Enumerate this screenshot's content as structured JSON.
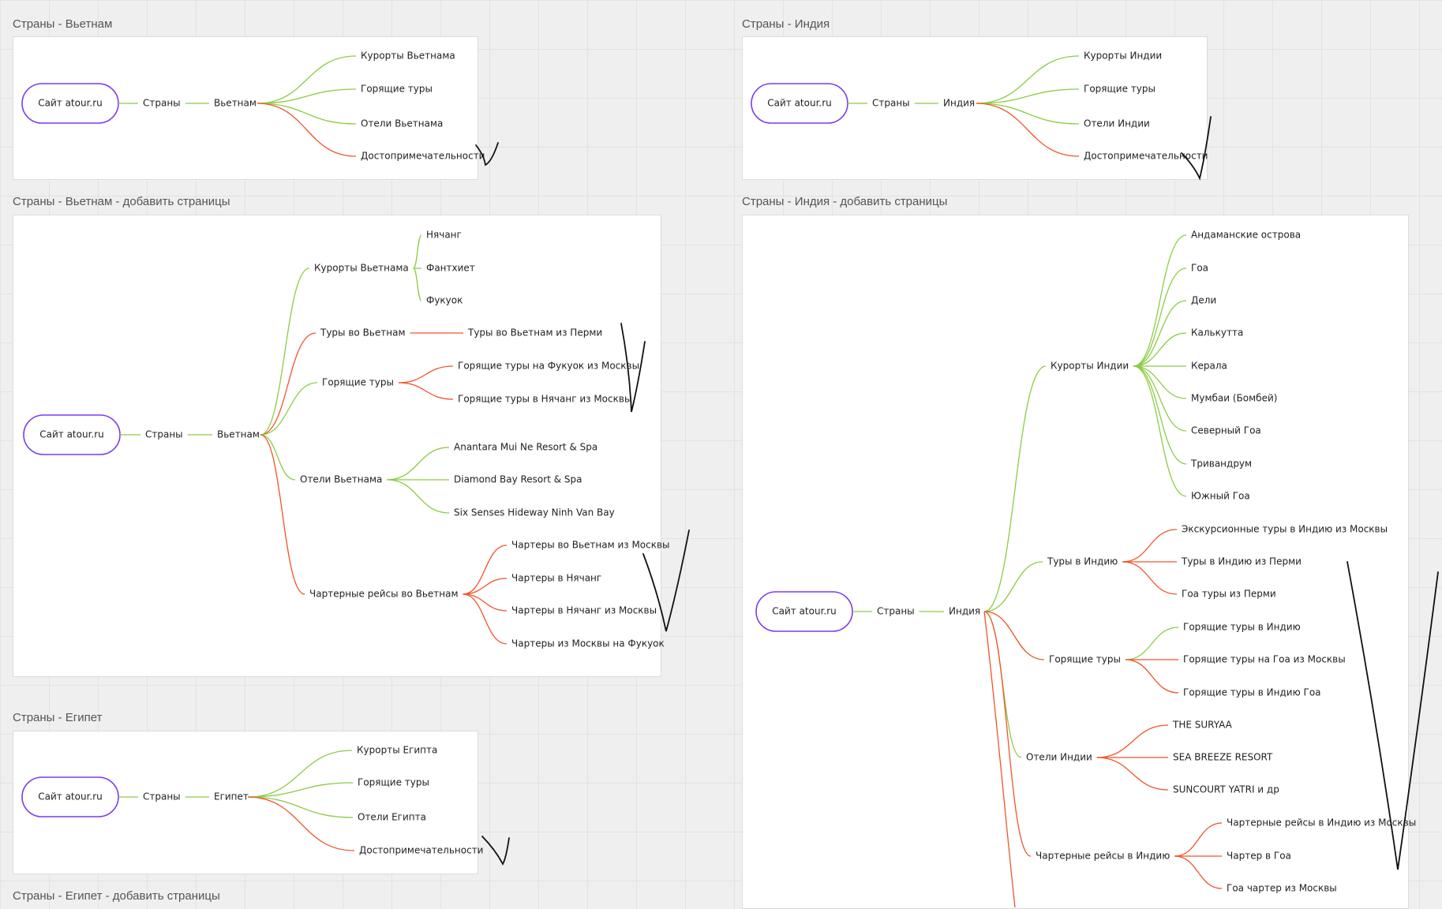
{
  "colors": {
    "green": "#8ccc45",
    "red": "#f0542a",
    "root_border": "#7a3cf0",
    "check": "#111111"
  },
  "frames": [
    {
      "title": "Страны - Вьетнам",
      "root": "Сайт atour.ru",
      "level1": "Страны",
      "country": "Вьетнам",
      "branches": [
        {
          "label": "Курорты Вьетнама",
          "color": "green"
        },
        {
          "label": "Горящие туры",
          "color": "green"
        },
        {
          "label": "Отели Вьетнама",
          "color": "green"
        },
        {
          "label": "Достопримечательности",
          "color": "red"
        }
      ]
    },
    {
      "title": "Страны - Индия",
      "root": "Сайт atour.ru",
      "level1": "Страны",
      "country": "Индия",
      "branches": [
        {
          "label": "Курорты Индии",
          "color": "green"
        },
        {
          "label": "Горящие туры",
          "color": "green"
        },
        {
          "label": "Отели Индии",
          "color": "green"
        },
        {
          "label": "Достопримечательности",
          "color": "red"
        }
      ]
    },
    {
      "title": "Страны - Вьетнам - добавить страницы",
      "root": "Сайт atour.ru",
      "level1": "Страны",
      "country": "Вьетнам",
      "branches": [
        {
          "label": "Курорты Вьетнама",
          "color": "green",
          "children": [
            {
              "label": "Нячанг",
              "color": "green"
            },
            {
              "label": "Фантхиет",
              "color": "green"
            },
            {
              "label": "Фукуок",
              "color": "green"
            }
          ]
        },
        {
          "label": "Туры во Вьетнам",
          "color": "red",
          "children": [
            {
              "label": "Туры во Вьетнам из Перми",
              "color": "red"
            }
          ]
        },
        {
          "label": "Горящие туры",
          "color": "green",
          "children": [
            {
              "label": "Горящие туры на Фукуок из Москвы",
              "color": "red"
            },
            {
              "label": "Горящие туры в Нячанг из Москвы",
              "color": "red"
            }
          ]
        },
        {
          "label": "Отели Вьетнама",
          "color": "green",
          "children": [
            {
              "label": "Anantara Mui Ne Resort & Spa",
              "color": "green"
            },
            {
              "label": "Diamond Bay Resort & Spa",
              "color": "green"
            },
            {
              "label": "Six Senses Hideway Ninh Van Bay",
              "color": "green"
            }
          ]
        },
        {
          "label": "Чартерные рейсы во Вьетнам",
          "color": "red",
          "children": [
            {
              "label": "Чартеры во Вьетнам из Москвы",
              "color": "red"
            },
            {
              "label": "Чартеры в Нячанг",
              "color": "red"
            },
            {
              "label": "Чартеры в Нячанг из Москвы",
              "color": "red"
            },
            {
              "label": "Чартеры из Москвы на Фукуок",
              "color": "red"
            }
          ]
        }
      ]
    },
    {
      "title": "Страны - Индия - добавить страницы",
      "root": "Сайт atour.ru",
      "level1": "Страны",
      "country": "Индия",
      "branches": [
        {
          "label": "Курорты Индии",
          "color": "green",
          "children": [
            {
              "label": "Андаманские острова",
              "color": "green"
            },
            {
              "label": "Гоа",
              "color": "green"
            },
            {
              "label": "Дели",
              "color": "green"
            },
            {
              "label": "Калькутта",
              "color": "green"
            },
            {
              "label": "Керала",
              "color": "green"
            },
            {
              "label": "Мумбаи (Бомбей)",
              "color": "green"
            },
            {
              "label": "Северный Гоа",
              "color": "green"
            },
            {
              "label": "Тривандрум",
              "color": "green"
            },
            {
              "label": "Южный Гоа",
              "color": "green"
            }
          ]
        },
        {
          "label": "Туры в Индию",
          "color": "green",
          "children": [
            {
              "label": "Экскурсионные туры в Индию из Москвы",
              "color": "red"
            },
            {
              "label": "Туры в Индию из Перми",
              "color": "red"
            },
            {
              "label": "Гоа туры из Перми",
              "color": "red"
            }
          ]
        },
        {
          "label": "Горящие туры",
          "color": "red",
          "children": [
            {
              "label": "Горящие туры в Индию",
              "color": "green"
            },
            {
              "label": "Горящие туры на Гоа из Москвы",
              "color": "red"
            },
            {
              "label": "Горящие туры в Индию Гоа",
              "color": "red"
            }
          ]
        },
        {
          "label": "Отели Индии",
          "color": "green",
          "children": [
            {
              "label": "THE SURYAA",
              "color": "red"
            },
            {
              "label": "SEA BREEZE RESORT",
              "color": "red"
            },
            {
              "label": "SUNCOURT YATRI и др",
              "color": "red"
            }
          ]
        },
        {
          "label": "Чартерные рейсы в Индию",
          "color": "red",
          "children": [
            {
              "label": "Чартерные рейсы в Индию из Москвы",
              "color": "red"
            },
            {
              "label": "Чартер в Гоа",
              "color": "red"
            },
            {
              "label": "Гоа чартер из Москвы",
              "color": "red"
            }
          ]
        }
      ]
    },
    {
      "title": "Страны - Египет",
      "root": "Сайт atour.ru",
      "level1": "Страны",
      "country": "Египет",
      "branches": [
        {
          "label": "Курорты Египта",
          "color": "green"
        },
        {
          "label": "Горящие туры",
          "color": "green"
        },
        {
          "label": "Отели Египта",
          "color": "green"
        },
        {
          "label": "Достопримечательности",
          "color": "red"
        }
      ]
    }
  ],
  "footer_title": "Страны - Египет - добавить страницы"
}
